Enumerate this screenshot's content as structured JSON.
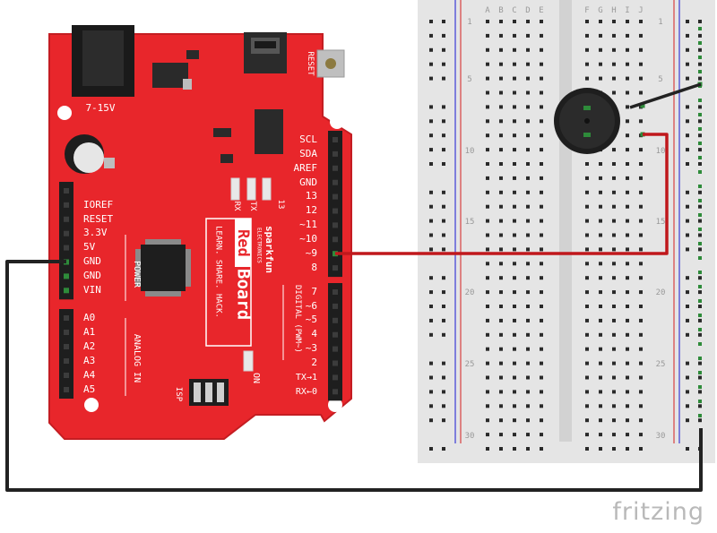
{
  "board": {
    "name_top": "sparkfun",
    "name_small": "ELECTRONICS",
    "name_red": "Red",
    "name_board": "Board",
    "tagline": "LEARN. SHARE. HACK.",
    "voltage": "7-15V",
    "reset_label": "RESET",
    "power_section": "POWER",
    "analog_section": "ANALOG IN",
    "digital_section": "DIGITAL (PWM~)",
    "isp_label": "ISP",
    "on_label": "ON",
    "rx_label": "RX",
    "tx_label": "TX",
    "led13_label": "13",
    "power_pins": [
      "IOREF",
      "RESET",
      "3.3V",
      "5V",
      "GND",
      "GND",
      "VIN"
    ],
    "analog_pins": [
      "A0",
      "A1",
      "A2",
      "A3",
      "A4",
      "A5"
    ],
    "digital_top_pins": [
      "SCL",
      "SDA",
      "AREF",
      "GND",
      "13",
      "12",
      "~11",
      "~10",
      "~9",
      "8"
    ],
    "digital_bottom_pins": [
      "7",
      "~6",
      "~5",
      "4",
      "~3",
      "2",
      "TX→1",
      "RX←0"
    ]
  },
  "breadboard": {
    "column_letters_left": [
      "A",
      "B",
      "C",
      "D",
      "E"
    ],
    "column_letters_right": [
      "F",
      "G",
      "H",
      "I",
      "J"
    ],
    "row_numbers": [
      "1",
      "5",
      "10",
      "15",
      "20",
      "25",
      "30"
    ]
  },
  "wires": {
    "ground": "#222222",
    "signal": "#c0181c",
    "buzzer_lead": "#222222"
  },
  "colors": {
    "board_red": "#e8262b",
    "board_edge": "#c41d22",
    "breadboard": "#e5e5e5",
    "rail_blue": "#3a3ad6",
    "rail_red": "#d84040"
  },
  "watermark": "fritzing"
}
